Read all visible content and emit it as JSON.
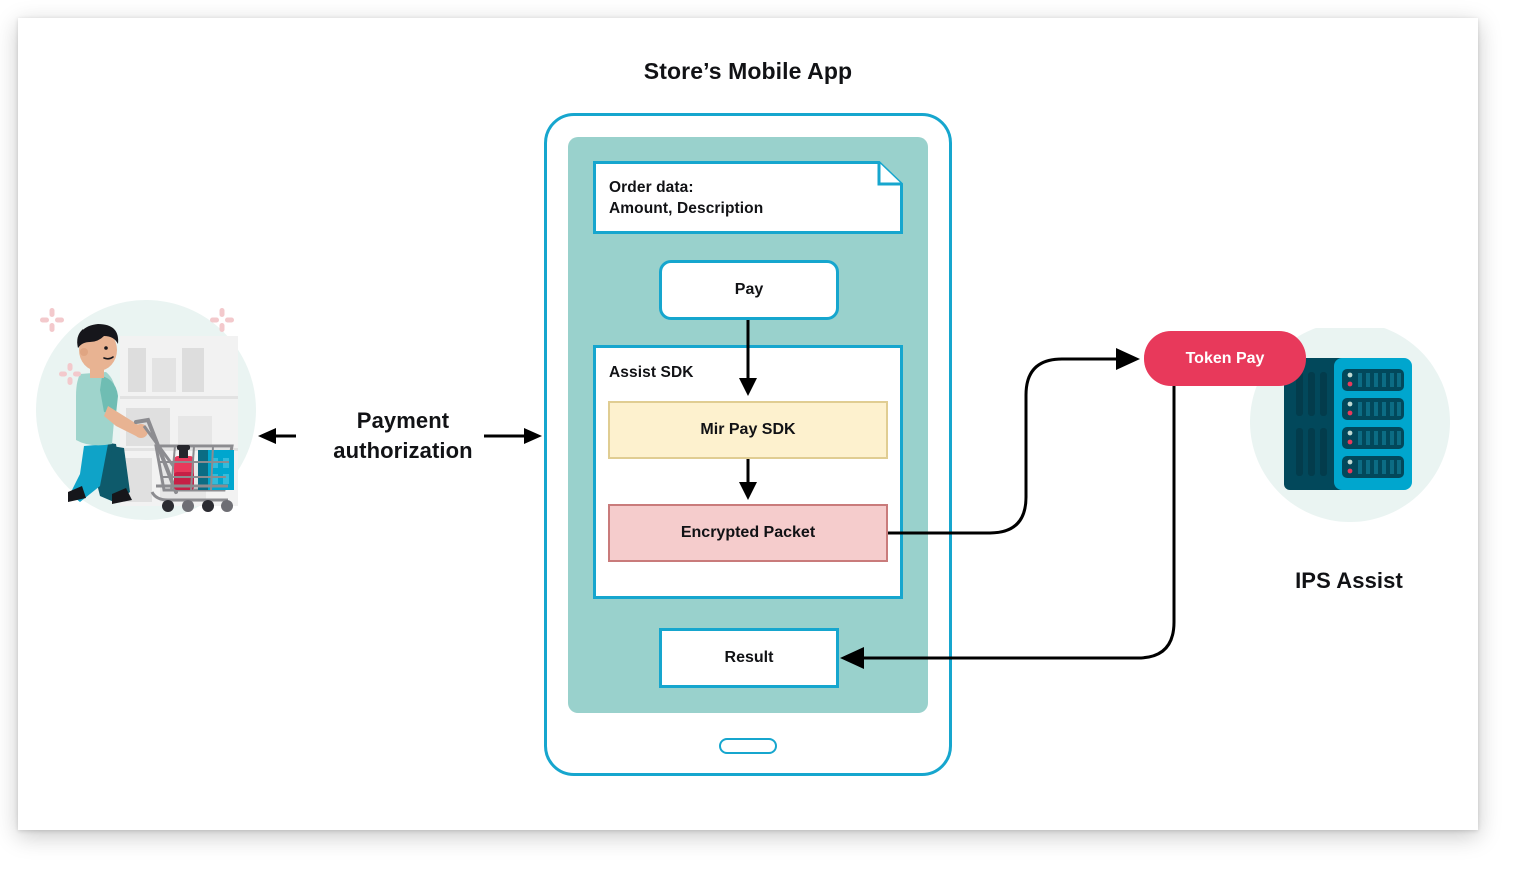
{
  "diagram": {
    "title_store_app": "Store’s Mobile App",
    "title_ips": "IPS Assist",
    "payment_authorization_label": "Payment\nauthorization"
  },
  "phone": {
    "order_document": {
      "name": "order-data-document",
      "text": "Order data:\nAmount, Description"
    },
    "pay_button_label": "Pay",
    "assist_sdk": {
      "title": "Assist SDK",
      "mir_pay_sdk_label": "Mir Pay SDK",
      "encrypted_packet_label": "Encrypted Packet"
    },
    "result_label": "Result"
  },
  "backend": {
    "token_pay_label": "Token Pay"
  },
  "colors": {
    "accent_cyan": "#16A6CE",
    "phone_screen_teal": "#99D1CC",
    "mir_pay_fill": "#FDF1CE",
    "mir_pay_border": "#E0CD92",
    "encrypted_fill": "#F5CCCC",
    "encrypted_border": "#C97B7B",
    "token_pay_red": "#E8395B",
    "arrow_black": "#000000",
    "illustration_bg": "#EAF4F2",
    "sparkle_pink": "#F3C9CC",
    "server_dark": "#02485B",
    "server_cyan": "#00A6CE",
    "text_dark": "#111215"
  },
  "icons": {
    "shopper": "shopper-with-cart-illustration",
    "server": "server-rack-illustration",
    "sparkle": "sparkle-icon",
    "home_indicator": "home-indicator-icon",
    "doc_fold": "document-fold-corner-icon"
  }
}
